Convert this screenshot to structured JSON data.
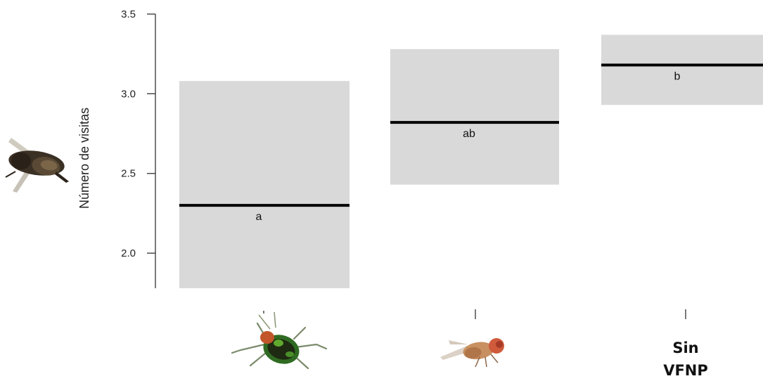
{
  "chart_data": {
    "type": "box",
    "ylabel": "Número de visitas",
    "ylim": [
      1.78,
      3.5
    ],
    "yticks": [
      "2.0",
      "2.5",
      "3.0",
      "3.5"
    ],
    "categories": [
      {
        "name": "beetle",
        "label": "",
        "icon": "beetle-icon"
      },
      {
        "name": "fly",
        "label": "",
        "icon": "fruit-fly-icon"
      },
      {
        "name": "sin-vfnp",
        "label_line1": "Sin",
        "label_line2": "VFNP"
      }
    ],
    "groups": [
      {
        "mean": 2.3,
        "lower": 1.78,
        "upper": 3.08,
        "letter": "a"
      },
      {
        "mean": 2.82,
        "lower": 2.43,
        "upper": 3.28,
        "letter": "ab"
      },
      {
        "mean": 3.18,
        "lower": 2.93,
        "upper": 3.37,
        "letter": "b"
      }
    ],
    "box_color": "#d9d9d9",
    "line_color": "#000000",
    "y_icon": "bee-icon",
    "grid": false
  }
}
